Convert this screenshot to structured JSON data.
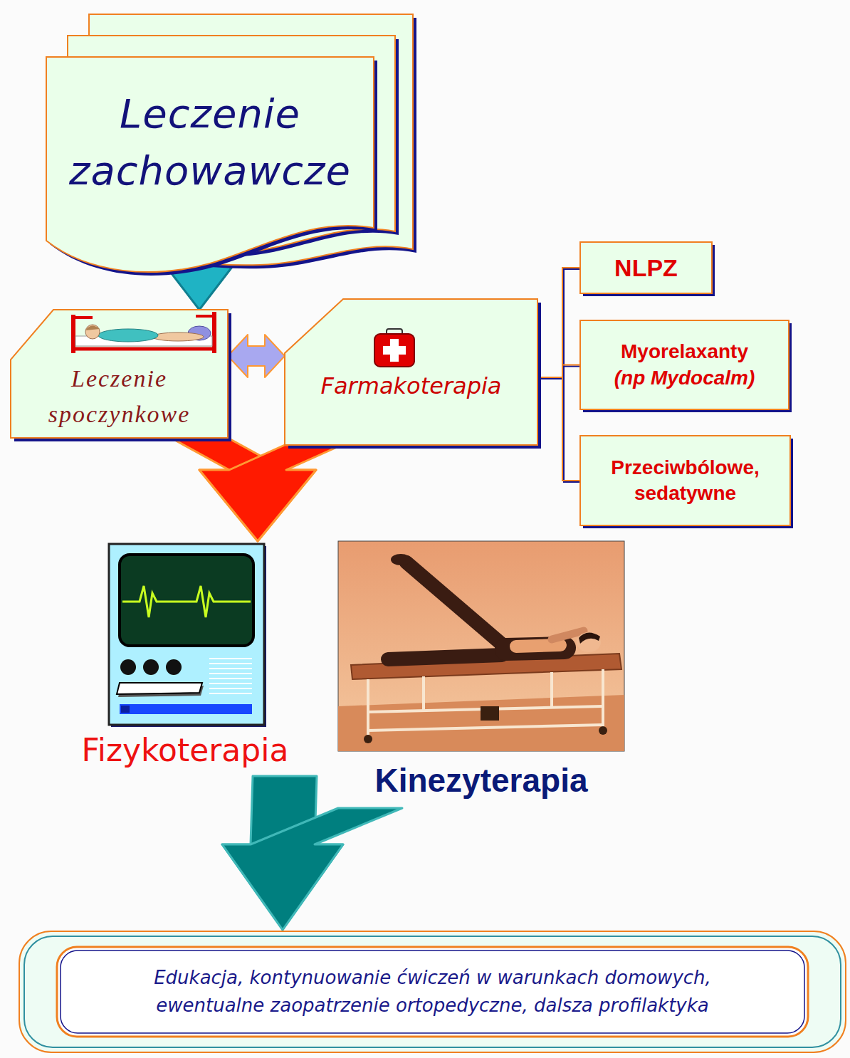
{
  "diagram": {
    "nodes": [
      {
        "text": [
          "Leczenie zachowawcze"
        ]
      },
      {
        "text": [
          "Leczenie spoczynkowe"
        ]
      },
      {
        "text": [
          "Farmakoterapia"
        ]
      },
      {
        "text": [
          "NLPZ"
        ]
      },
      {
        "text": [
          "Myorelaxanty",
          "(np Mydocalm)"
        ]
      },
      {
        "text": [
          "Przeciwbólowe, sedatywne"
        ]
      },
      {
        "text": [
          "Fizykoterapia"
        ]
      },
      {
        "text": [
          "Kinezyterapia"
        ]
      },
      {
        "text": [
          "Edukacja, kontynuowanie ćwiczeń w warunkach domowych, ewentualne zaopatrzenie ortopedyczne, dalsza profilaktyka"
        ]
      }
    ],
    "edges": [
      {
        "from": 0,
        "to": 1,
        "arrow": "to"
      },
      {
        "from": 1,
        "to": 2,
        "arrow": "both"
      },
      {
        "from": 2,
        "to": 3,
        "arrow": "none"
      },
      {
        "from": 2,
        "to": 4,
        "arrow": "none"
      },
      {
        "from": 2,
        "to": 5,
        "arrow": "none"
      },
      {
        "from": 1,
        "to": 6,
        "arrow": "to"
      },
      {
        "from": 2,
        "to": 6,
        "arrow": "to"
      },
      {
        "from": 6,
        "to": 8,
        "arrow": "to"
      },
      {
        "from": 7,
        "to": 8,
        "arrow": "to"
      }
    ]
  }
}
